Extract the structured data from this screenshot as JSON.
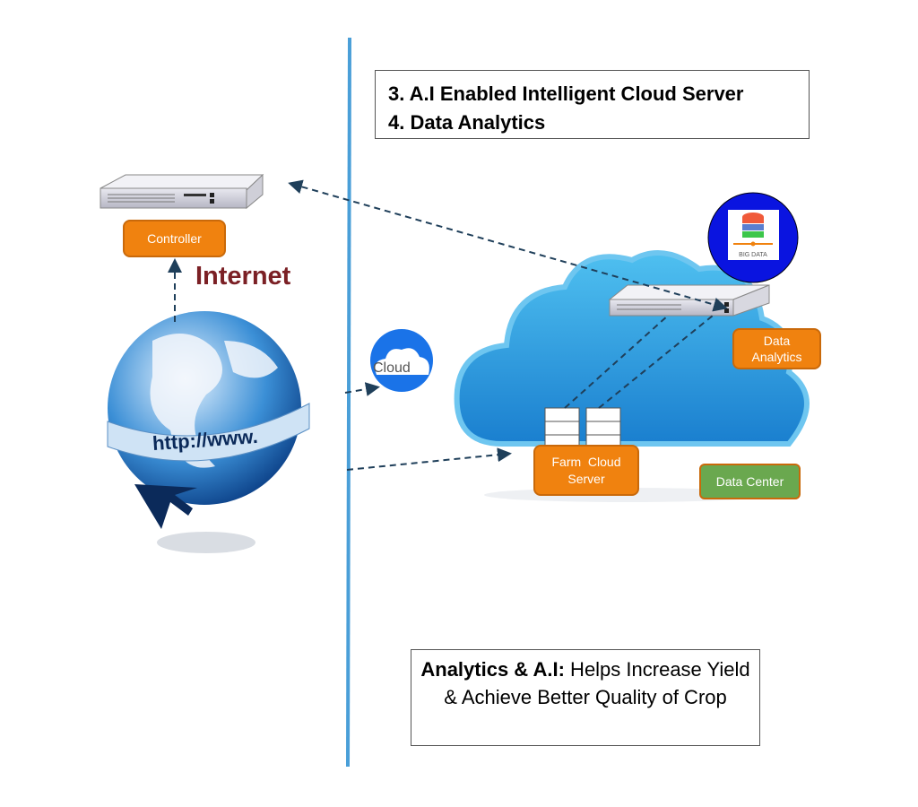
{
  "header_box": {
    "line1": "3. A.I Enabled Intelligent Cloud Server",
    "line2": "4. Data Analytics"
  },
  "left": {
    "controller_label": "Controller",
    "internet_label": "Internet",
    "globe_text": "http://www."
  },
  "cloud_icon_label": "Cloud",
  "big_data_label": "BIG DATA",
  "data_analytics_label": "Data Analytics",
  "farm_cloud_server_label": "Farm  Cloud Server",
  "data_center_label": "Data Center",
  "footer_box": {
    "bold": "Analytics & A.I:",
    "rest": " Helps Increase Yield & Achieve Better Quality of Crop"
  },
  "colors": {
    "orange": "#f0820f",
    "green": "#6aa84f",
    "divider": "#4a9fd8",
    "internet": "#7b2025",
    "cloud": "#2a9be0"
  }
}
